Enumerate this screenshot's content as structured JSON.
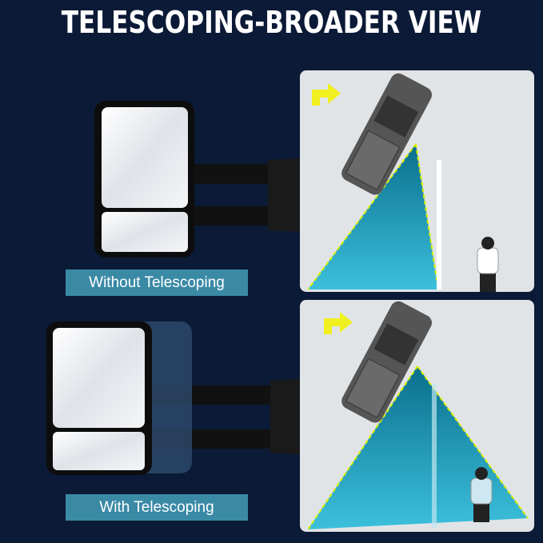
{
  "title": "TELESCOPING-BROADER VIEW",
  "panels": [
    {
      "label": "Without Telescoping"
    },
    {
      "label": "With Telescoping"
    }
  ],
  "colors": {
    "background": "#0b1a36",
    "label_bg": "#3a8aa6",
    "view_cone": "#1aa0c0",
    "arrow": "#f0f020",
    "panel_bg": "#e1e4e7"
  }
}
